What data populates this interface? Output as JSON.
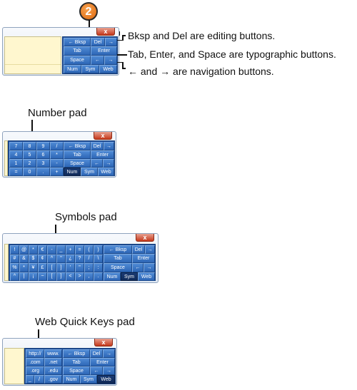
{
  "step_badge": "2",
  "callouts": {
    "editing": "Bksp and Del are editing buttons.",
    "typographic": "Tab, Enter, and Space are typographic buttons.",
    "navigation": "← and → are navigation buttons."
  },
  "headings": {
    "number_pad": "Number pad",
    "symbols_pad": "Symbols pad",
    "web_pad": "Web Quick Keys pad"
  },
  "close_glyph": "x",
  "common_keys": {
    "left": "←",
    "bksp": "Bksp",
    "del": "Del",
    "right": "→",
    "tab": "Tab",
    "enter": "Enter",
    "space": "Space",
    "num": "Num",
    "sym": "Sym",
    "web": "Web"
  },
  "number_keys": [
    "7",
    "8",
    "9",
    "/",
    "4",
    "5",
    "6",
    "*",
    "1",
    "2",
    "3",
    "-",
    "=",
    "0",
    ".",
    "+"
  ],
  "symbol_keys": [
    "!",
    "@",
    "*",
    "€",
    "-",
    "_",
    "+",
    "=",
    "(",
    ")",
    "#",
    "&",
    "$",
    "¢",
    "^",
    "\"",
    "¿",
    "?",
    "/",
    "\\",
    "%",
    "*",
    "¥",
    "£",
    "[",
    "]",
    "'",
    "\"",
    ";",
    ":",
    "^",
    "|",
    "¡",
    "~",
    "[",
    "]",
    "<",
    ">",
    ",",
    "."
  ],
  "web_keys": [
    "http://",
    "www.",
    ".com",
    ".net",
    ".org",
    ".edu",
    "_",
    "/",
    ".gov"
  ],
  "colors": {
    "accent_keys": "#2d66b6",
    "active_key": "#0f2a59",
    "writing_area": "#fff7cf",
    "badge": "#e06a10"
  }
}
